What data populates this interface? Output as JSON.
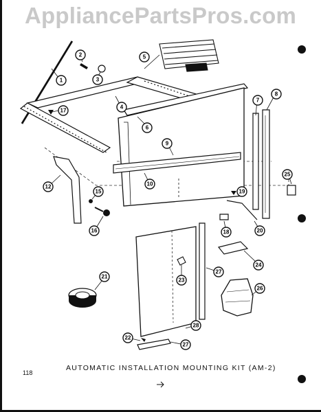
{
  "watermark": "AppliancePartsPros.com",
  "caption": "AUTOMATIC INSTALLATION MOUNTING KIT (AM-2)",
  "page_number": "118",
  "callouts": {
    "c1": "1",
    "c2": "2",
    "c3": "3",
    "c4": "4",
    "c5": "5",
    "c6": "6",
    "c7": "7",
    "c8": "8",
    "c9": "9",
    "c10": "10",
    "c12": "12",
    "c15": "15",
    "c16": "16",
    "c17": "17",
    "c18": "18",
    "c19": "19",
    "c20": "20",
    "c21": "21",
    "c22": "22",
    "c23": "23",
    "c24": "24",
    "c25": "25",
    "c26": "26",
    "c27a": "27",
    "c27b": "27",
    "c28": "28"
  }
}
